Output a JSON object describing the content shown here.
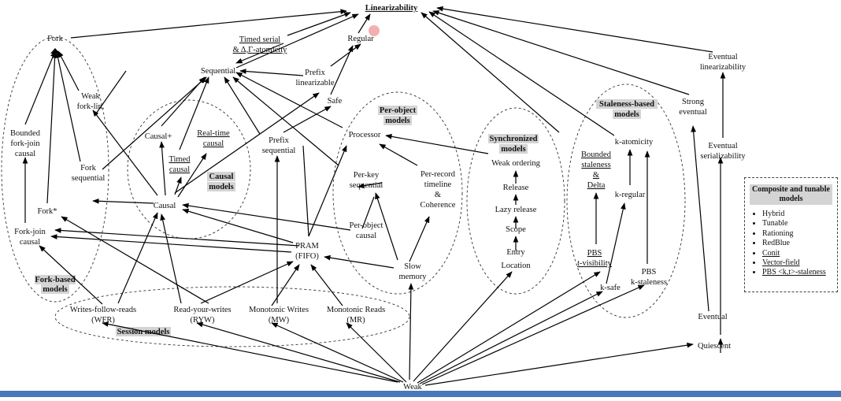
{
  "nodes": {
    "linearizability": "Linearizability",
    "fork": "Fork",
    "timed_serial_1": "Timed serial",
    "timed_serial_2": "& Δ,Γ-atomicity",
    "regular": "Regular",
    "sequential": "Sequential",
    "prefix_lin_1": "Prefix",
    "prefix_lin_2": "linearizable",
    "safe": "Safe",
    "weak_fork_1": "Weak",
    "weak_fork_2": "fork-lin.",
    "bounded_fj_1": "Bounded",
    "bounded_fj_2": "fork-join",
    "bounded_fj_3": "causal",
    "causal_plus": "Causal+",
    "realtime_1": "Real-time",
    "realtime_2": "causal",
    "timed_causal_1": "Timed",
    "timed_causal_2": "causal",
    "prefix_seq_1": "Prefix",
    "prefix_seq_2": "sequential",
    "processor": "Processor",
    "fork_seq_1": "Fork",
    "fork_seq_2": "sequential",
    "causal": "Causal",
    "fork_star": "Fork*",
    "fork_join_1": "Fork-join",
    "fork_join_2": "causal",
    "per_key_1": "Per-key",
    "per_key_2": "sequential",
    "per_record_1": "Per-record",
    "per_record_2": "timeline",
    "per_record_3": "&",
    "per_record_4": "Coherence",
    "per_object_causal_1": "Per-object",
    "per_object_causal_2": "causal",
    "pram_1": "PRAM",
    "pram_2": "(FIFO)",
    "slow_1": "Slow",
    "slow_2": "memory",
    "weak_ordering": "Weak ordering",
    "release": "Release",
    "lazy_release": "Lazy release",
    "scope": "Scope",
    "entry": "Entry",
    "location": "Location",
    "k_atomicity": "k-atomicity",
    "bounded_st_1": "Bounded",
    "bounded_st_2": "staleness",
    "bounded_st_3": "&",
    "bounded_st_4": "Delta",
    "k_regular": "k-regular",
    "pbs_t_1": "PBS",
    "pbs_t_2": "t-visibility",
    "k_safe": "k-safe",
    "pbs_k_1": "PBS",
    "pbs_k_2": "k-staleness",
    "eventual_lin_1": "Eventual",
    "eventual_lin_2": "linearizability",
    "strong_eventual_1": "Strong",
    "strong_eventual_2": "eventual",
    "eventual_ser_1": "Eventual",
    "eventual_ser_2": "serializability",
    "eventual": "Eventual",
    "quiescent": "Quiescent",
    "weak": "Weak",
    "wfr_1": "Writes-follow-reads",
    "wfr_2": "(WFR)",
    "ryw_1": "Read-your-writes",
    "ryw_2": "(RYW)",
    "mw_1": "Monotonic Writes",
    "mw_2": "(MW)",
    "mr_1": "Monotonic Reads",
    "mr_2": "(MR)"
  },
  "regions": {
    "fork_based_1": "Fork-based",
    "fork_based_2": "models",
    "causal_1": "Causal",
    "causal_2": "models",
    "per_object_1": "Per-object",
    "per_object_2": "models",
    "synchronized_1": "Synchronized",
    "synchronized_2": "models",
    "staleness_1": "Staleness-based",
    "staleness_2": "models",
    "session": "Session models"
  },
  "legend": {
    "title": "Composite and tunable models",
    "items": [
      {
        "label": "Hybrid",
        "underline": false
      },
      {
        "label": "Tunable",
        "underline": false
      },
      {
        "label": "Rationing",
        "underline": false
      },
      {
        "label": "RedBlue",
        "underline": false
      },
      {
        "label": "Conit",
        "underline": true
      },
      {
        "label": "Vector-field",
        "underline": true
      },
      {
        "label": "PBS <k,t>-staleness",
        "underline": true
      }
    ]
  },
  "colors": {
    "bottom_bar": "#4a78b8",
    "label_highlight": "#d4d4d4",
    "cursor": "#e65050"
  }
}
